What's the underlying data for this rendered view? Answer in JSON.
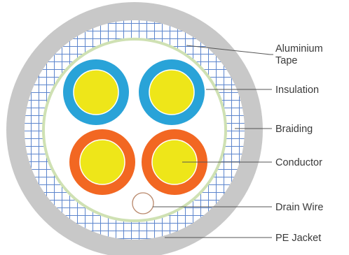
{
  "colors": {
    "jacket": "#c8c8c8",
    "braid_background": "#ffffff",
    "braid_mesh": "#3f6fc4",
    "aluminium_tape": "#cfe1b3",
    "blue_insulation": "#29a3d8",
    "orange_insulation": "#f26722",
    "conductor": "#eee619",
    "drain_wire": "#b8876a",
    "leader_line": "#555555",
    "label_text": "#3a3a3a"
  },
  "labels": {
    "aluminium_tape": "Aluminium Tape",
    "aluminium_tape_line1": "Aluminium",
    "aluminium_tape_line2": "Tape",
    "insulation": "Insulation",
    "braiding": "Braiding",
    "conductor": "Conductor",
    "drain_wire": "Drain Wire",
    "pe_jacket": "PE Jacket"
  },
  "icons": {
    "cable": "cable-cross-section-icon"
  }
}
